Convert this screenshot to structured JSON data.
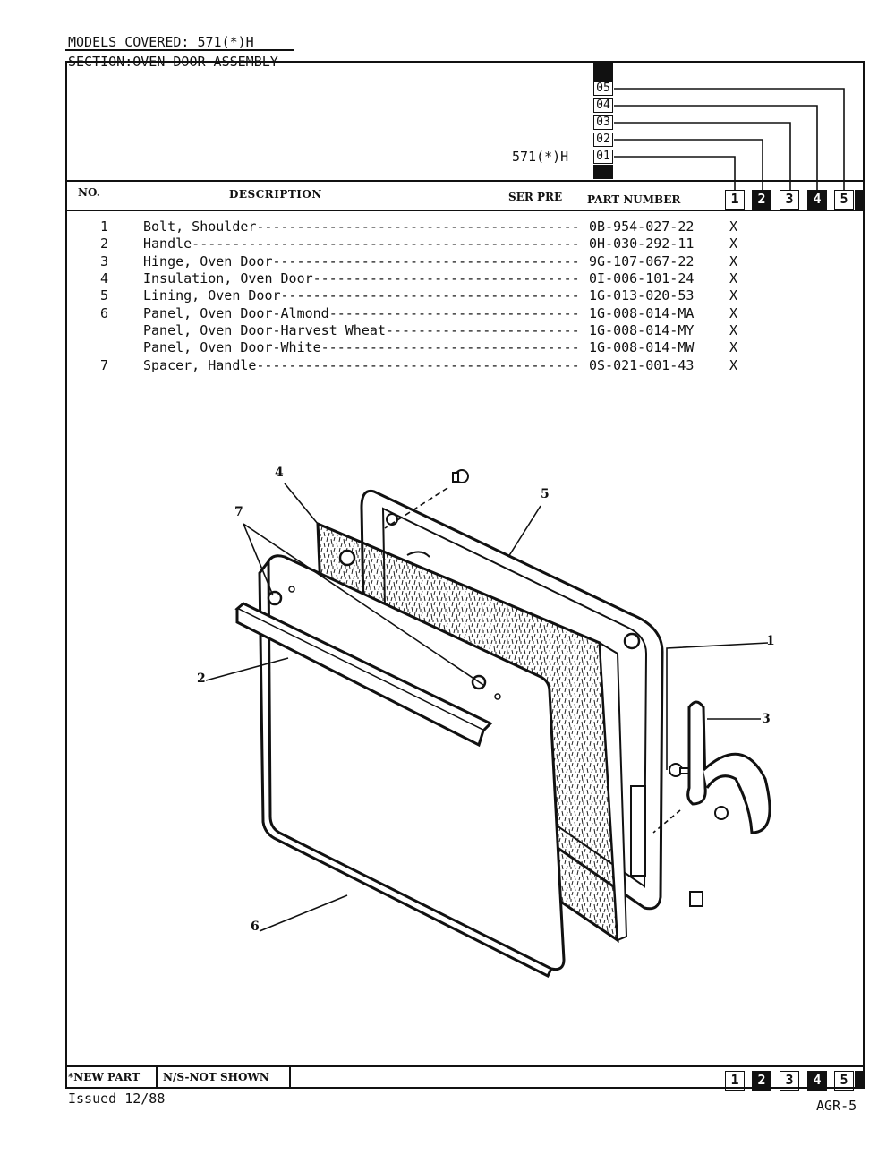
{
  "header": {
    "models_covered": "MODELS COVERED:  571(*)H",
    "section": "SECTION:OVEN DOOR ASSEMBLY",
    "model_label": "571(*)H",
    "model_codes": [
      "05",
      "04",
      "03",
      "02",
      "01"
    ]
  },
  "columns": {
    "no": "NO.",
    "description": "DESCRIPTION",
    "ser_pre": "SER PRE",
    "part_number": "PART NUMBER",
    "model_columns": [
      "1",
      "2",
      "3",
      "4",
      "5"
    ]
  },
  "parts": [
    {
      "no": "1",
      "description": "Bolt, Shoulder",
      "part_number": "0B-954-027-22",
      "mark": "X"
    },
    {
      "no": "2",
      "description": "Handle",
      "part_number": "0H-030-292-11",
      "mark": "X"
    },
    {
      "no": "3",
      "description": "Hinge, Oven Door",
      "part_number": "9G-107-067-22",
      "mark": "X"
    },
    {
      "no": "4",
      "description": "Insulation, Oven Door",
      "part_number": "0I-006-101-24",
      "mark": "X"
    },
    {
      "no": "5",
      "description": "Lining, Oven Door",
      "part_number": "1G-013-020-53",
      "mark": "X"
    },
    {
      "no": "6",
      "description": "Panel, Oven Door-Almond",
      "part_number": "1G-008-014-MA",
      "mark": "X"
    },
    {
      "no": "",
      "description": "Panel, Oven Door-Harvest Wheat",
      "part_number": "1G-008-014-MY",
      "mark": "X"
    },
    {
      "no": "",
      "description": "Panel, Oven Door-White",
      "part_number": "1G-008-014-MW",
      "mark": "X"
    },
    {
      "no": "7",
      "description": "Spacer, Handle",
      "part_number": "0S-021-001-43",
      "mark": "X"
    }
  ],
  "diagram": {
    "callouts": [
      "1",
      "2",
      "3",
      "4",
      "5",
      "6",
      "7"
    ]
  },
  "footer": {
    "new_part": "*NEW PART",
    "not_shown": "N/S-NOT SHOWN",
    "issued": "Issued 12/88",
    "page_code": "AGR-5",
    "model_columns": [
      "1",
      "2",
      "3",
      "4",
      "5"
    ]
  },
  "colors": {
    "ink": "#111111",
    "paper": "#ffffff"
  }
}
